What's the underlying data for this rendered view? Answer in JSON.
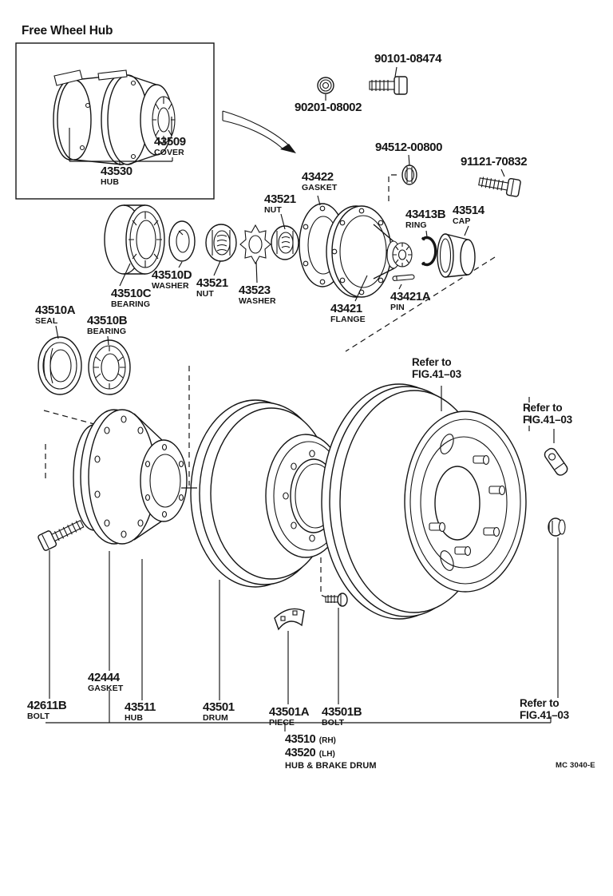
{
  "title": "Free Wheel Hub",
  "colors": {
    "ink": "#151515",
    "paper": "#ffffff"
  },
  "inset_parts": {
    "cover": {
      "code": "43509",
      "name": "COVER"
    },
    "hub": {
      "code": "43530",
      "name": "HUB"
    }
  },
  "parts": {
    "b90101": {
      "code": "90101-08474"
    },
    "n90201": {
      "code": "90201-08002"
    },
    "n94512": {
      "code": "94512-00800"
    },
    "b91121": {
      "code": "91121-70832"
    },
    "g43422": {
      "code": "43422",
      "name": "GASKET"
    },
    "n43521a": {
      "code": "43521",
      "name": "NUT"
    },
    "r43413b": {
      "code": "43413B",
      "name": "RING"
    },
    "c43514": {
      "code": "43514",
      "name": "CAP"
    },
    "brg43510c": {
      "code": "43510C",
      "name": "BEARING"
    },
    "w43510d": {
      "code": "43510D",
      "name": "WASHER"
    },
    "n43521b": {
      "code": "43521",
      "name": "NUT"
    },
    "w43523": {
      "code": "43523",
      "name": "WASHER"
    },
    "f43421": {
      "code": "43421",
      "name": "FLANGE"
    },
    "p43421a": {
      "code": "43421A",
      "name": "PIN"
    },
    "s43510a": {
      "code": "43510A",
      "name": "SEAL"
    },
    "brg43510b": {
      "code": "43510B",
      "name": "BEARING"
    },
    "b42611b": {
      "code": "42611B",
      "name": "BOLT"
    },
    "g42444": {
      "code": "42444",
      "name": "GASKET"
    },
    "h43511": {
      "code": "43511",
      "name": "HUB"
    },
    "d43501": {
      "code": "43501",
      "name": "DRUM"
    },
    "p43501a": {
      "code": "43501A",
      "name": "PIECE"
    },
    "b43501b": {
      "code": "43501B",
      "name": "BOLT"
    }
  },
  "refer_note": {
    "line1": "Refer to",
    "line2": "FIG.41–03"
  },
  "assembly": {
    "code_rh": "43510",
    "tag_rh": "(RH)",
    "code_lh": "43520",
    "tag_lh": "(LH)",
    "name": "HUB & BRAKE DRUM"
  },
  "doc_code": "MC 3040-E"
}
